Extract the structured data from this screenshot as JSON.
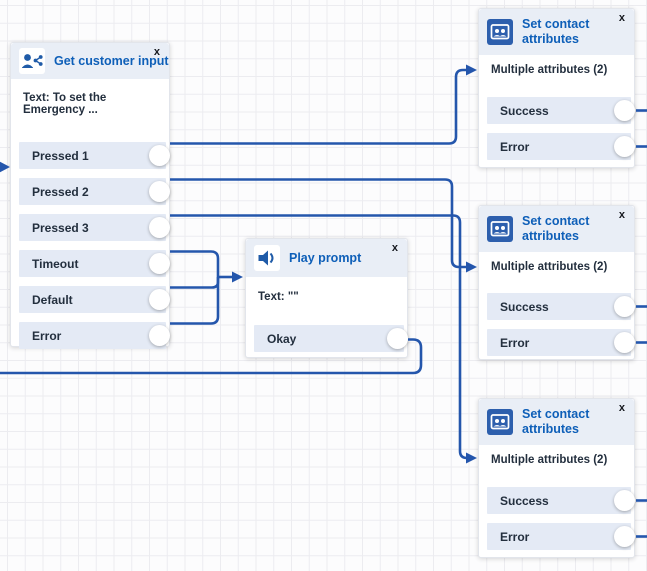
{
  "colors": {
    "connector": "#2456ac",
    "title_blue": "#0e5fb8",
    "header_bg": "#e9eef6",
    "row_bg": "#e4eaf5",
    "icon_blue_bg": "#2d5fad",
    "text_dark": "#232f3e"
  },
  "nodes": {
    "get_customer_input": {
      "title": "Get customer input",
      "close": "x",
      "icon": "get-customer-input-icon",
      "body_text": "Text: To set the Emergency ...",
      "outputs": [
        "Pressed 1",
        "Pressed 2",
        "Pressed 3",
        "Timeout",
        "Default",
        "Error"
      ]
    },
    "play_prompt": {
      "title": "Play prompt",
      "close": "x",
      "icon": "play-prompt-icon",
      "body_text": "Text: \"\"",
      "outputs": [
        "Okay"
      ]
    },
    "set_contact_attributes_1": {
      "title": "Set contact attributes",
      "close": "x",
      "icon": "set-contact-attributes-icon",
      "body_text": "Multiple attributes (2)",
      "outputs": [
        "Success",
        "Error"
      ]
    },
    "set_contact_attributes_2": {
      "title": "Set contact attributes",
      "close": "x",
      "icon": "set-contact-attributes-icon",
      "body_text": "Multiple attributes (2)",
      "outputs": [
        "Success",
        "Error"
      ]
    },
    "set_contact_attributes_3": {
      "title": "Set contact attributes",
      "close": "x",
      "icon": "set-contact-attributes-icon",
      "body_text": "Multiple attributes (2)",
      "outputs": [
        "Success",
        "Error"
      ]
    }
  },
  "connections": [
    {
      "from": "offscreen-left",
      "to": "get_customer_input"
    },
    {
      "from": "get_customer_input.Pressed 1",
      "to": "set_contact_attributes_1"
    },
    {
      "from": "get_customer_input.Pressed 2",
      "to": "set_contact_attributes_2"
    },
    {
      "from": "get_customer_input.Pressed 3",
      "to": "set_contact_attributes_3"
    },
    {
      "from": "get_customer_input.Timeout",
      "to": "play_prompt"
    },
    {
      "from": "get_customer_input.Default",
      "to": "play_prompt"
    },
    {
      "from": "get_customer_input.Error",
      "to": "play_prompt"
    },
    {
      "from": "play_prompt.Okay",
      "to": "offscreen-left"
    },
    {
      "from": "set_contact_attributes_1.Success",
      "to": "offscreen-right"
    },
    {
      "from": "set_contact_attributes_1.Error",
      "to": "offscreen-right"
    },
    {
      "from": "set_contact_attributes_2.Success",
      "to": "offscreen-right"
    },
    {
      "from": "set_contact_attributes_2.Error",
      "to": "offscreen-right"
    },
    {
      "from": "set_contact_attributes_3.Success",
      "to": "offscreen-right"
    },
    {
      "from": "set_contact_attributes_3.Error",
      "to": "offscreen-right"
    }
  ]
}
